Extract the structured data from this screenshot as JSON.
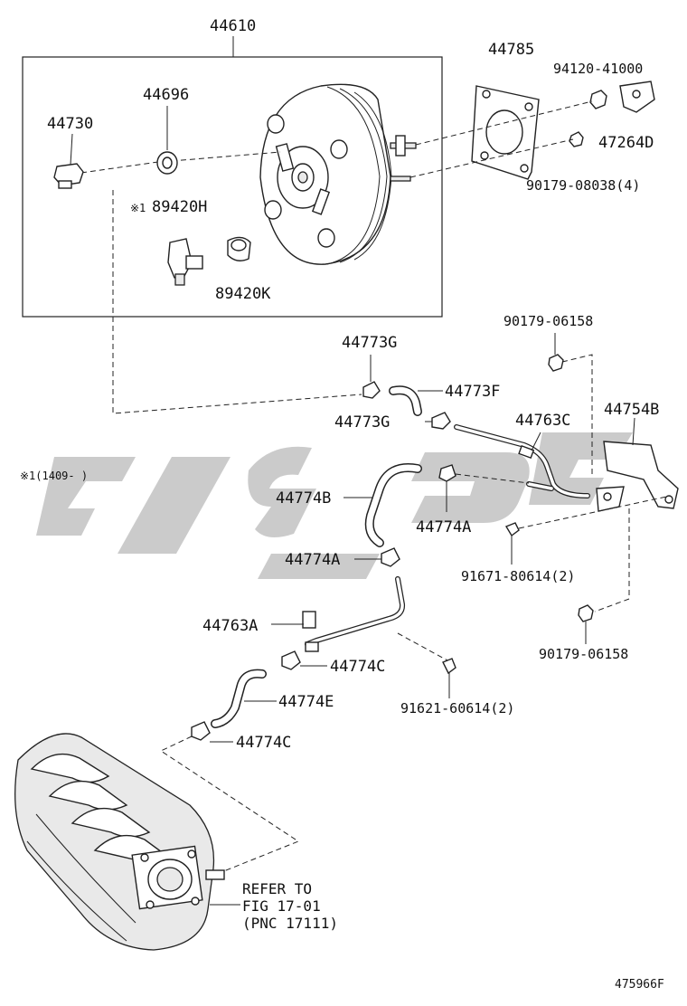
{
  "diagram": {
    "labels": {
      "p44610": "44610",
      "p44785": "44785",
      "p94120": "94120-41000",
      "p47264D": "47264D",
      "p90179_08038": "90179-08038(4)",
      "p44696": "44696",
      "p44730": "44730",
      "p89420H": "89420H",
      "p89420K": "89420K",
      "p90179_06158_top": "90179-06158",
      "p44773G_top": "44773G",
      "p44773F": "44773F",
      "p44773G_mid": "44773G",
      "p44763C": "44763C",
      "p44754B": "44754B",
      "p44774B": "44774B",
      "p44774A_right": "44774A",
      "p44774A_left": "44774A",
      "p91671": "91671-80614(2)",
      "p44763A": "44763A",
      "p44774C_top": "44774C",
      "p44774E": "44774E",
      "p90179_06158_bot": "90179-06158",
      "p91621": "91621-60614(2)",
      "p44774C_bot": "44774C"
    },
    "note_mark_89420H": "※1",
    "footnote": "※1(1409-  )",
    "refer": {
      "line1": "REFER TO",
      "line2": "FIG 17-01",
      "line3": "(PNC 17111)"
    },
    "figure_code": "475966F"
  }
}
